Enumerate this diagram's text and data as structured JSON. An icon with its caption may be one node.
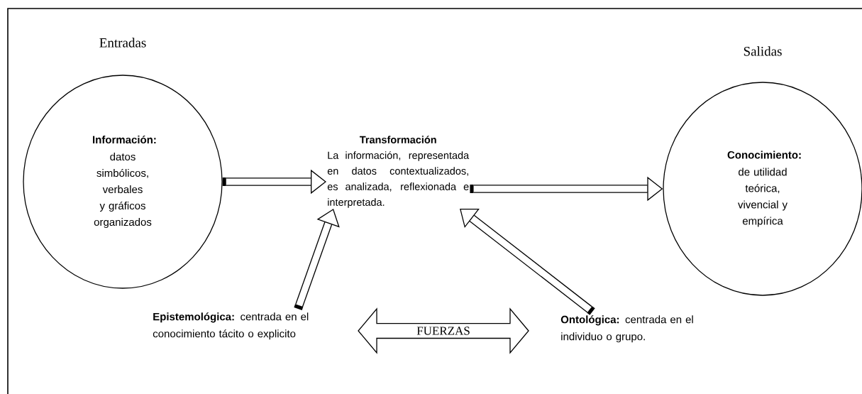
{
  "diagram": {
    "nodes": [
      {
        "text": [
          "Entradas",
          "Información:",
          "datos simbólicos, verbales y gráficos organizados"
        ]
      },
      {
        "text": [
          "Transformación",
          "La información, representada en datos contextualizados, es analizada, reflexionada e interpretada."
        ]
      },
      {
        "text": [
          "Salidas",
          "Conocimiento:",
          "de utilidad teórica, vivencial y empírica"
        ]
      },
      {
        "text": [
          "**Epistemológica:** centrada en el conocimiento tácito o explicito"
        ]
      },
      {
        "text": [
          "FUERZAS"
        ]
      },
      {
        "text": [
          "**Ontológica:** centrada en el individuo o grupo."
        ]
      }
    ],
    "edges": [
      {
        "from": 0,
        "to": 1,
        "arrow": "to"
      },
      {
        "from": 1,
        "to": 2,
        "arrow": "to"
      },
      {
        "from": 3,
        "to": 1,
        "arrow": "to"
      },
      {
        "from": 5,
        "to": 1,
        "arrow": "to"
      }
    ]
  }
}
